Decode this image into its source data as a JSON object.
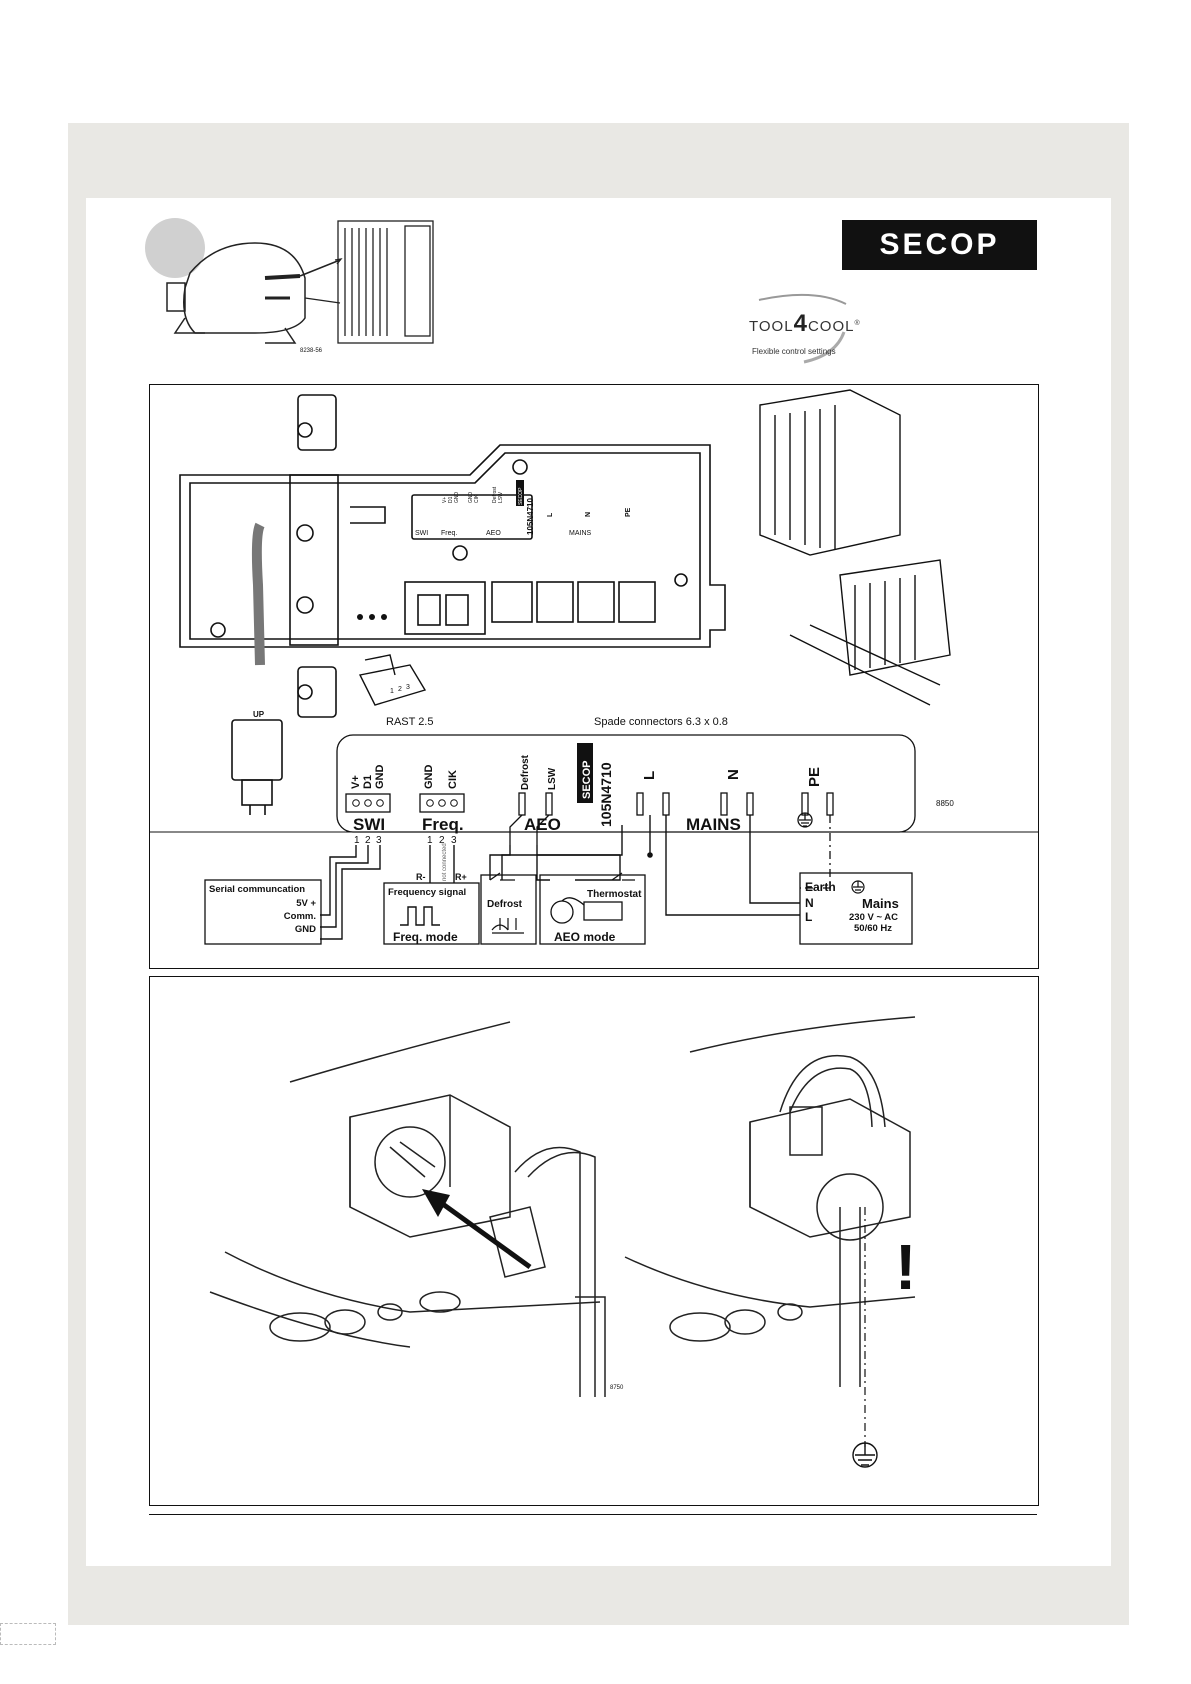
{
  "header": {
    "logo_text": "SECOP",
    "tool4cool": {
      "tool": "TOOL",
      "four": "4",
      "cool": "COOL",
      "reg": "®",
      "tagline": "Flexible control settings"
    },
    "illustration_code": "8238-56"
  },
  "wiring": {
    "rast_label": "RAST 2.5",
    "spade_label": "Spade connectors 6.3 x 0.8",
    "diagram_code": "8850",
    "up_label": "UP",
    "connector_pins": [
      "1",
      "2",
      "3"
    ],
    "board": {
      "swi_pins": [
        "V+",
        "D1",
        "GND"
      ],
      "freq_pins": [
        "GND",
        "CIK"
      ],
      "aeo_pins": [
        "Defrost",
        "LSW"
      ],
      "brand_badge": "SECOP",
      "model": "105N4710",
      "mains_pins": [
        "L",
        "N",
        "PE"
      ],
      "groups": [
        "SWI",
        "Freq.",
        "AEO",
        "MAINS"
      ]
    },
    "swi": {
      "pins": [
        "V+",
        "D1",
        "GND"
      ],
      "label": "SWI",
      "pin_numbers": [
        "1",
        "2",
        "3"
      ],
      "box_title": "Serial communcation",
      "lines": [
        "5V +",
        "Comm.",
        "GND"
      ]
    },
    "freq": {
      "pins": [
        "GND",
        "CIK"
      ],
      "label": "Freq.",
      "pin_numbers": [
        "1",
        "2",
        "3"
      ],
      "r_minus": "R-",
      "r_plus": "R+",
      "not_connected": "not connected",
      "box_title": "Frequency signal",
      "mode": "Freq. mode"
    },
    "aeo": {
      "pins": [
        "Defrost",
        "LSW"
      ],
      "label": "AEO",
      "defrost_box": "Defrost",
      "thermostat": "Thermostat",
      "mode": "AEO mode"
    },
    "brand_badge": "SECOP",
    "model": "105N4710",
    "mains": {
      "pins": [
        "L",
        "N",
        "PE"
      ],
      "label": "MAINS",
      "earth": "Earth",
      "n": "N",
      "l": "L",
      "title": "Mains",
      "voltage": "230 V ~ AC",
      "frequency": "50/60 Hz"
    }
  },
  "install": {
    "code": "8750",
    "warning": "!"
  }
}
